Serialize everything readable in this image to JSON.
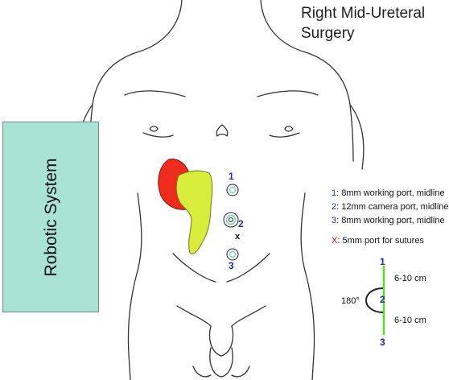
{
  "title": {
    "line1": "Right Mid-Ureteral",
    "line2": "Surgery"
  },
  "robotic_system": {
    "label": "Robotic System"
  },
  "ports": [
    {
      "number": "1"
    },
    {
      "number": "2"
    },
    {
      "number": "3"
    }
  ],
  "suture_port": {
    "symbol": "x"
  },
  "legend": [
    {
      "key": "1",
      "text": ": 8mm working port, midline"
    },
    {
      "key": "2",
      "text": ": 12mm camera port, midline"
    },
    {
      "key": "3",
      "text": ": 8mm working port, midline"
    },
    {
      "key": "X",
      "text": ": 5mm port for sutures"
    }
  ],
  "spacing_diagram": {
    "top_label": "1",
    "middle_label": "2",
    "bottom_label": "3",
    "upper_distance": "6-10 cm",
    "lower_distance": "6-10 cm",
    "angle": "180°"
  },
  "colors": {
    "liver": "#ee2b1d",
    "colon": "#d8ec3c",
    "robot_box": "#a9e3d3",
    "port_numbers": "#1f2fa0",
    "suture_mark": "#d01010",
    "ruler": "#55dd22"
  }
}
